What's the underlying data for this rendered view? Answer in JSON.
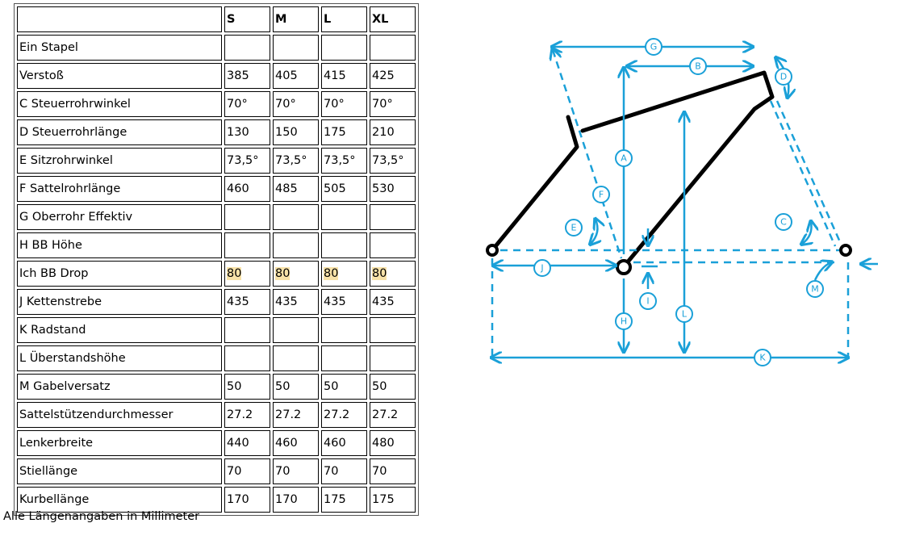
{
  "table": {
    "headers": [
      "",
      "S",
      "M",
      "L",
      "XL"
    ],
    "rows": [
      {
        "label": "Ein Stapel",
        "values": [
          "",
          "",
          "",
          ""
        ]
      },
      {
        "label": "Verstoß",
        "values": [
          "385",
          "405",
          "415",
          "425"
        ]
      },
      {
        "label": "C Steuerrohrwinkel",
        "values": [
          "70°",
          "70°",
          "70°",
          "70°"
        ]
      },
      {
        "label": "D Steuerrohrlänge",
        "values": [
          "130",
          "150",
          "175",
          "210"
        ]
      },
      {
        "label": "E Sitzrohrwinkel",
        "values": [
          "73,5°",
          "73,5°",
          "73,5°",
          "73,5°"
        ]
      },
      {
        "label": "F Sattelrohrlänge",
        "values": [
          "460",
          "485",
          "505",
          "530"
        ]
      },
      {
        "label": "G Oberrohr Effektiv",
        "values": [
          "",
          "",
          "",
          ""
        ]
      },
      {
        "label": "H BB Höhe",
        "values": [
          "",
          "",
          "",
          ""
        ]
      },
      {
        "label": "Ich BB Drop",
        "values": [
          "80",
          "80",
          "80",
          "80"
        ],
        "highlight": true
      },
      {
        "label": "J Kettenstrebe",
        "values": [
          "435",
          "435",
          "435",
          "435"
        ]
      },
      {
        "label": "K Radstand",
        "values": [
          "",
          "",
          "",
          ""
        ]
      },
      {
        "label": "L Überstandshöhe",
        "values": [
          "",
          "",
          "",
          ""
        ]
      },
      {
        "label": "M Gabelversatz",
        "values": [
          "50",
          "50",
          "50",
          "50"
        ]
      },
      {
        "label": "Sattelstützendurchmesser",
        "values": [
          "27.2",
          "27.2",
          "27.2",
          "27.2"
        ]
      },
      {
        "label": "Lenkerbreite",
        "values": [
          "440",
          "460",
          "460",
          "480"
        ]
      },
      {
        "label": "Stiellänge",
        "values": [
          "70",
          "70",
          "70",
          "70"
        ]
      },
      {
        "label": "Kurbellänge",
        "values": [
          "170",
          "170",
          "175",
          "175"
        ]
      }
    ]
  },
  "footnote": "Alle Längenangaben in Millimeter",
  "diagram": {
    "labels": {
      "A": "A",
      "B": "B",
      "C": "C",
      "D": "D",
      "E": "E",
      "F": "F",
      "G": "G",
      "H": "H",
      "I": "I",
      "J": "J",
      "K": "K",
      "L": "L",
      "M": "M"
    },
    "colors": {
      "dimension": "#1aa0d8",
      "frame": "#000000"
    }
  }
}
